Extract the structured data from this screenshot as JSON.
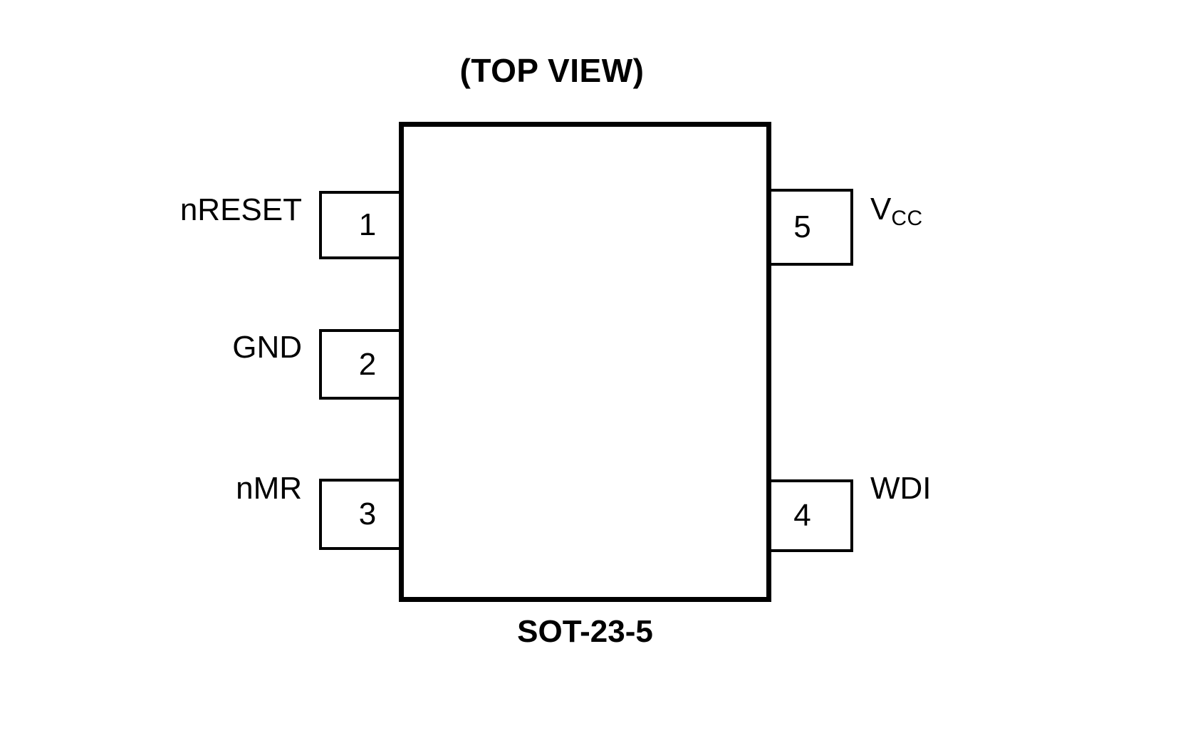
{
  "diagram": {
    "title": "(TOP VIEW)",
    "package_name": "SOT-23-5",
    "package_outline_color": "#000000",
    "background_color": "#ffffff",
    "text_color": "#000000"
  },
  "pins": {
    "left": [
      {
        "number": "1",
        "signal": "nRESET",
        "signal_sub": ""
      },
      {
        "number": "2",
        "signal": "GND",
        "signal_sub": ""
      },
      {
        "number": "3",
        "signal": "nMR",
        "signal_sub": ""
      }
    ],
    "right": [
      {
        "number": "5",
        "signal": "V",
        "signal_sub": "CC"
      },
      {
        "number": "4",
        "signal": "WDI",
        "signal_sub": ""
      }
    ]
  }
}
